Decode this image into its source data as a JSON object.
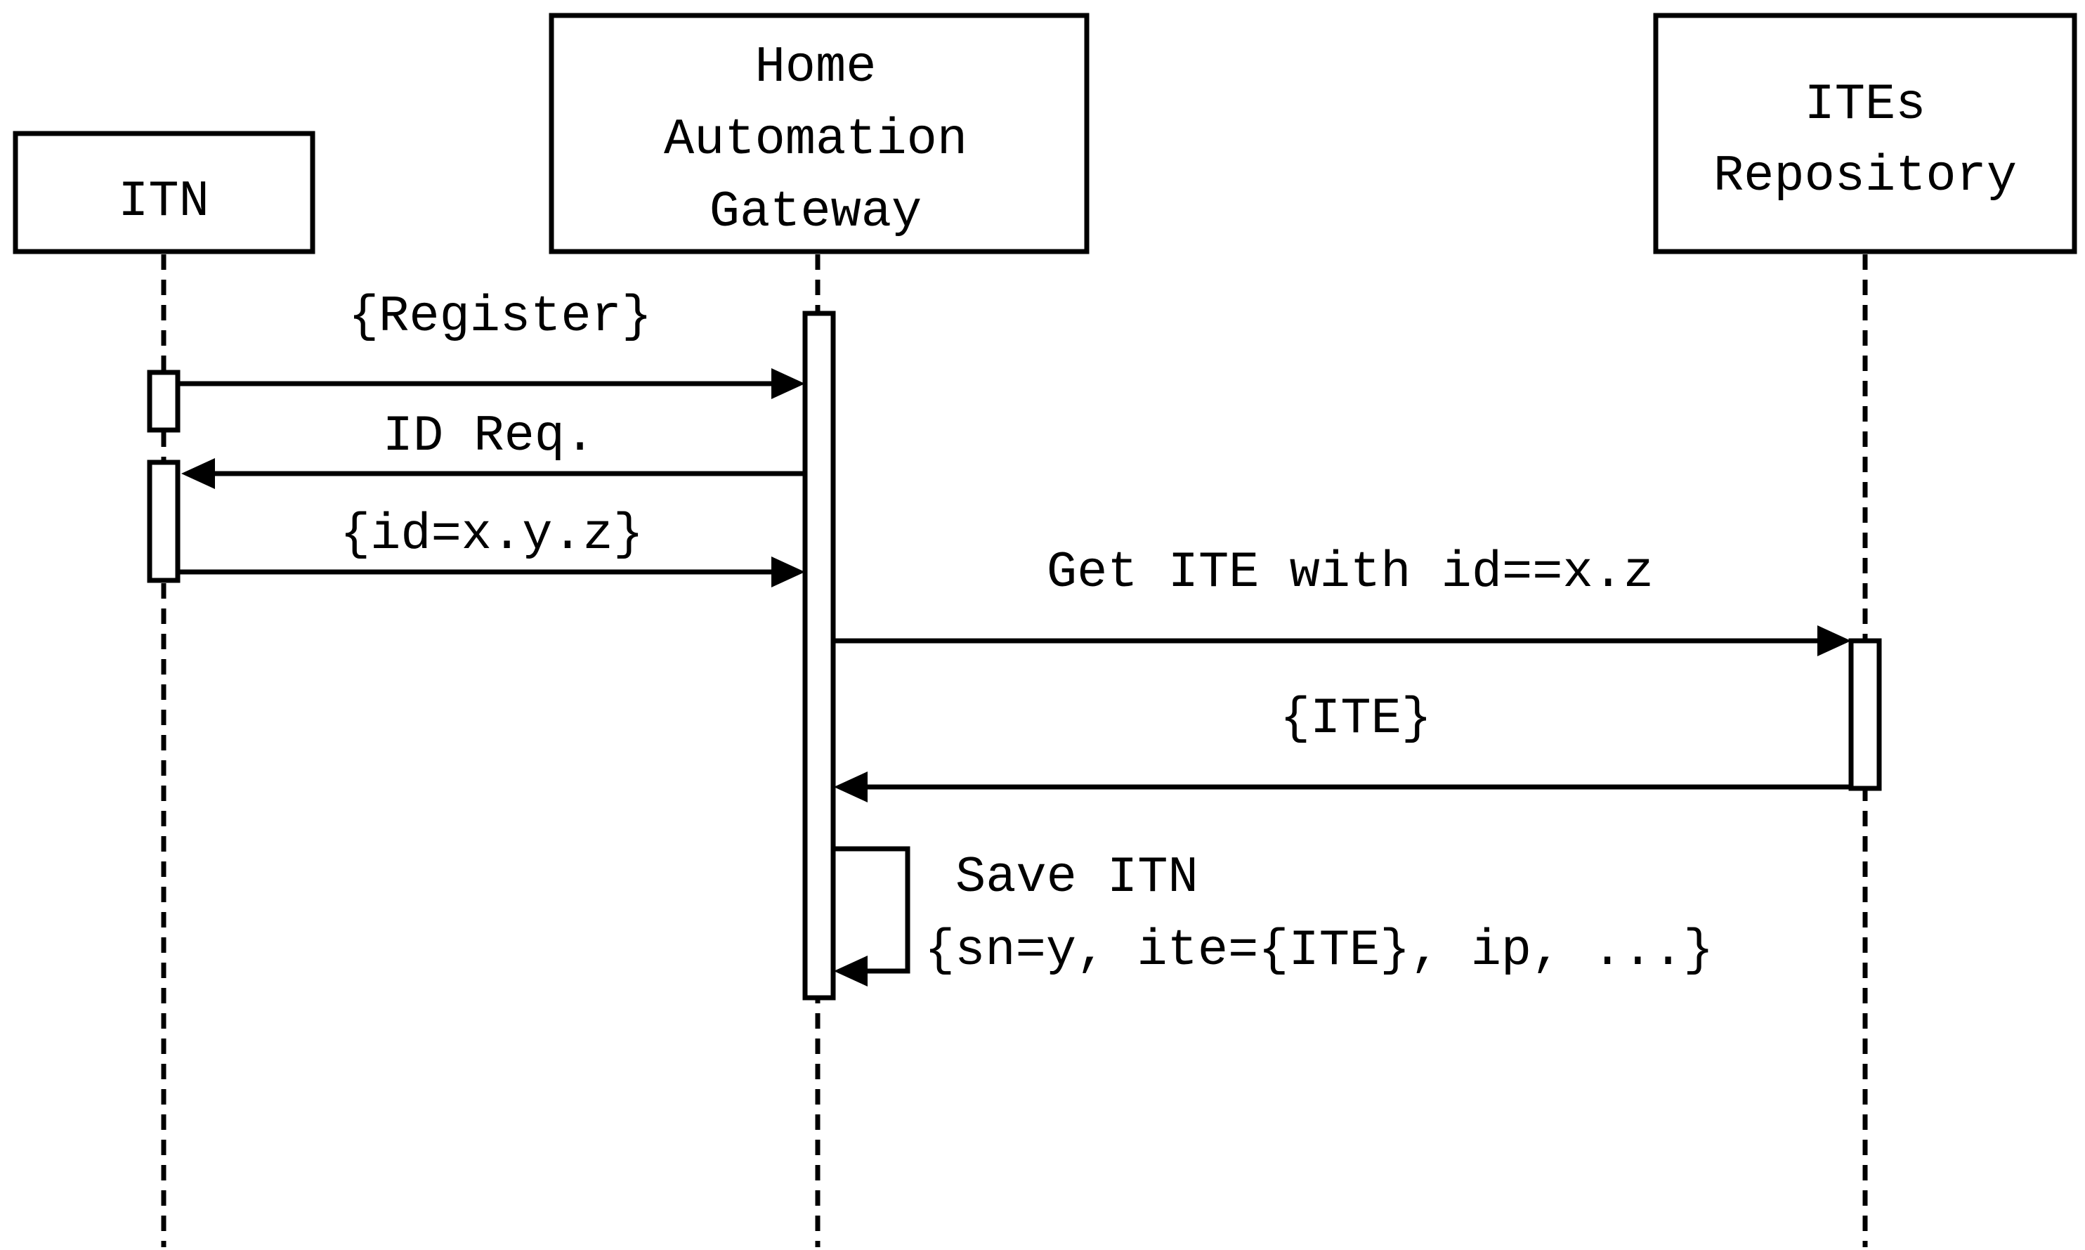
{
  "participants": {
    "itn": {
      "label_lines": [
        "ITN"
      ]
    },
    "gateway": {
      "label_lines": [
        "Home",
        "Automation",
        "Gateway"
      ]
    },
    "repository": {
      "label_lines": [
        "ITEs",
        "Repository"
      ]
    }
  },
  "messages": {
    "register": "{Register}",
    "id_req": "ID Req.",
    "id_value": "{id=x.y.z}",
    "get_ite": "Get ITE with id==x.z",
    "ite": "{ITE}",
    "save_itn_line1": "Save ITN",
    "save_itn_line2": "{sn=y, ite={ITE}, ip, ...}"
  }
}
